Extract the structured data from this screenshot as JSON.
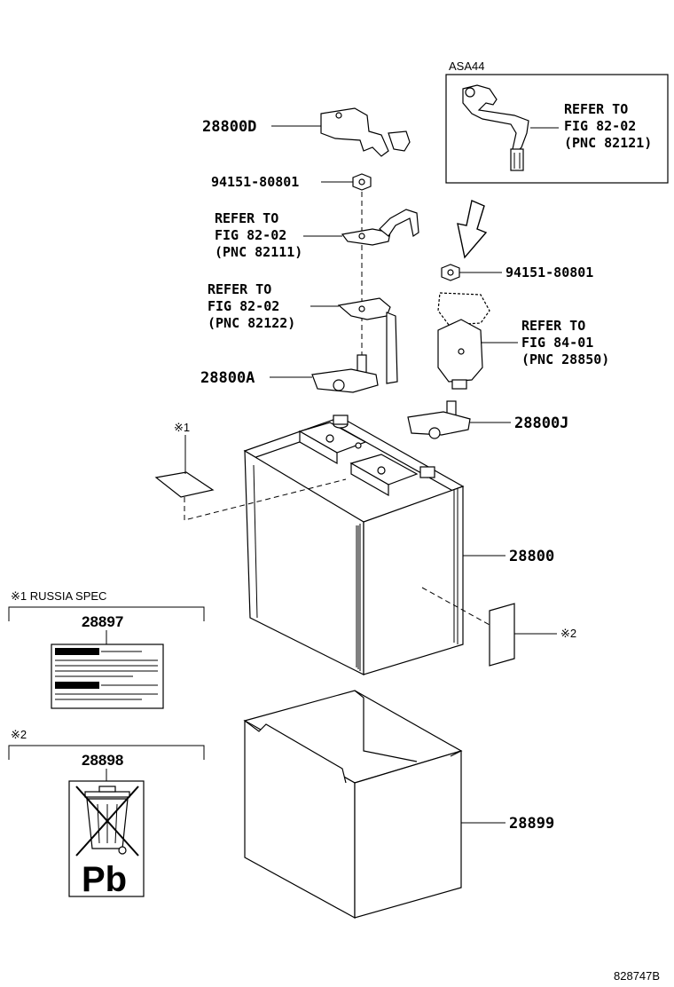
{
  "diagram_id": "828747B",
  "inset": {
    "title": "ASA44",
    "refer": [
      "REFER TO",
      "FIG 82-02",
      "(PNC 82121)"
    ]
  },
  "callouts": {
    "cover_28800D": "28800D",
    "nut_top": "94151-80801",
    "nut_right": "94151-80801",
    "clamp_28800A": "28800A",
    "clamp_28800J": "28800J",
    "battery_28800": "28800",
    "tray_28899": "28899"
  },
  "refers": {
    "r82111": [
      "REFER TO",
      "FIG 82-02",
      "(PNC 82111)"
    ],
    "r82122": [
      "REFER TO",
      "FIG 82-02",
      "(PNC 82122)"
    ],
    "r28850": [
      "REFER TO",
      "FIG 84-01",
      "(PNC 28850)"
    ]
  },
  "marks": {
    "m1": "※1",
    "m2": "※2"
  },
  "legend1": {
    "header": "※1 RUSSIA SPEC",
    "part_no": "28897"
  },
  "legend2": {
    "header": "※2",
    "part_no": "28898",
    "symbol_text": "Pb"
  }
}
